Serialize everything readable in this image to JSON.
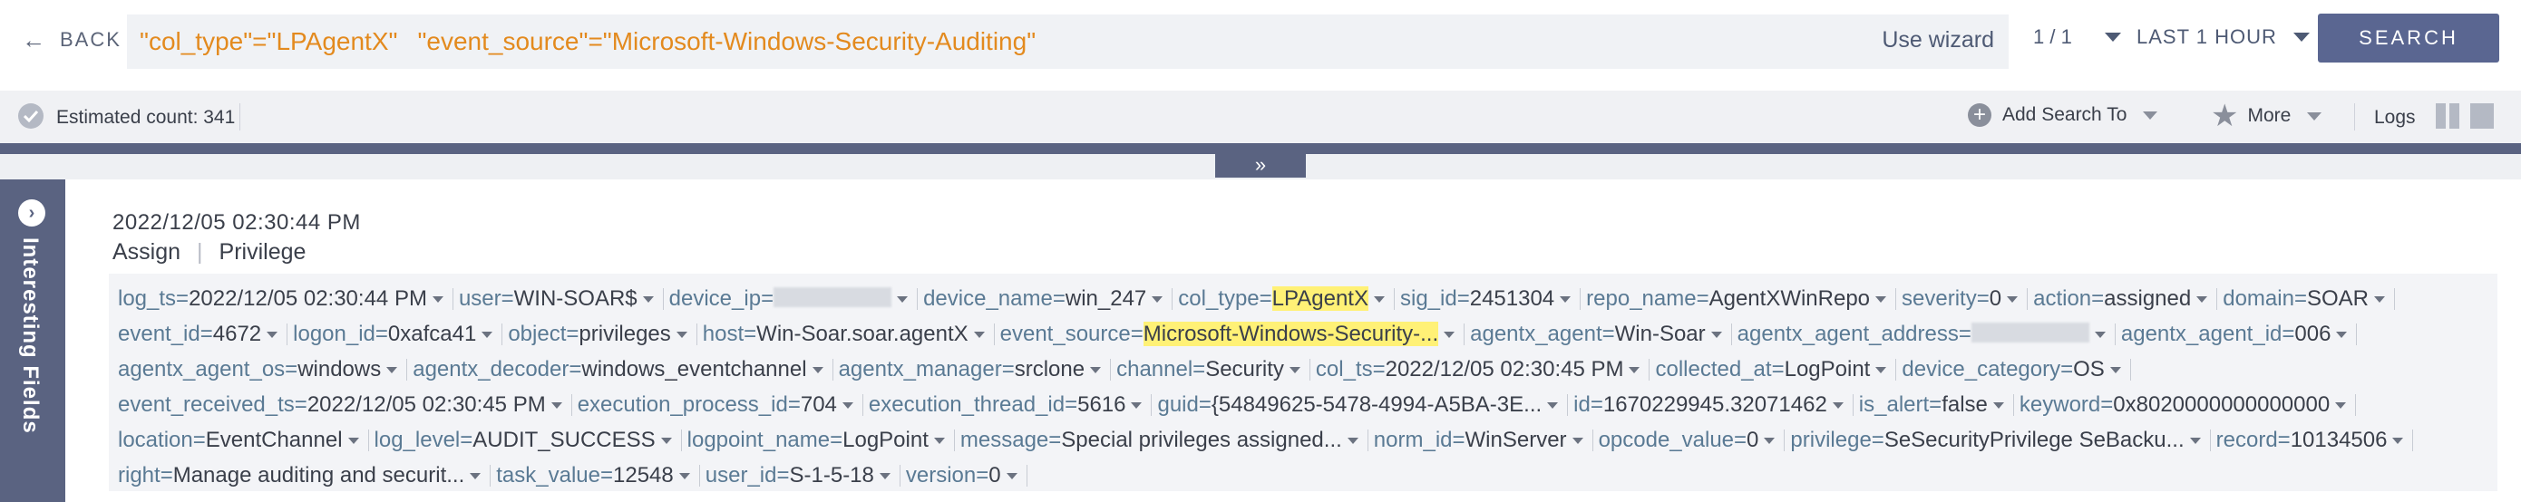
{
  "header": {
    "back_label": "BACK",
    "query": {
      "k1": "\"col_type\"",
      "op1": "=",
      "v1": "\"LPAgentX\"",
      "k2": "\"event_source\"",
      "op2": "=",
      "v2": "\"Microsoft-Windows-Security-Auditing\""
    },
    "wizard_label": "Use wizard",
    "pager": "1 / 1",
    "time_range": "LAST 1 HOUR",
    "search_label": "SEARCH"
  },
  "toolbar": {
    "estimated_count": "Estimated count: 341",
    "add_search_label": "Add Search To",
    "more_label": "More",
    "logs_label": "Logs"
  },
  "side_panel": {
    "label": "Interesting Fields"
  },
  "log": {
    "timestamp": "2022/12/05 02:30:44 PM",
    "summary": [
      "Assign",
      "Privilege"
    ],
    "fields": [
      {
        "k": "log_ts",
        "v": "2022/12/05 02:30:44 PM"
      },
      {
        "k": "user",
        "v": "WIN-SOAR$"
      },
      {
        "k": "device_ip",
        "v": "",
        "redacted": true
      },
      {
        "k": "device_name",
        "v": "win_247"
      },
      {
        "k": "col_type",
        "v": "LPAgentX",
        "highlight": true
      },
      {
        "k": "sig_id",
        "v": "2451304"
      },
      {
        "k": "repo_name",
        "v": "AgentXWinRepo"
      },
      {
        "k": "severity",
        "v": "0"
      },
      {
        "k": "action",
        "v": "assigned"
      },
      {
        "k": "domain",
        "v": "SOAR"
      },
      {
        "k": "event_id",
        "v": "4672"
      },
      {
        "k": "logon_id",
        "v": "0xafca41"
      },
      {
        "k": "object",
        "v": "privileges"
      },
      {
        "k": "host",
        "v": "Win-Soar.soar.agentX"
      },
      {
        "k": "event_source",
        "v": "Microsoft-Windows-Security-...",
        "highlight": true
      },
      {
        "k": "agentx_agent",
        "v": "Win-Soar"
      },
      {
        "k": "agentx_agent_address",
        "v": "",
        "redacted": true
      },
      {
        "k": "agentx_agent_id",
        "v": "006"
      },
      {
        "k": "agentx_agent_os",
        "v": "windows"
      },
      {
        "k": "agentx_decoder",
        "v": "windows_eventchannel"
      },
      {
        "k": "agentx_manager",
        "v": "srclone"
      },
      {
        "k": "channel",
        "v": "Security"
      },
      {
        "k": "col_ts",
        "v": "2022/12/05 02:30:45 PM"
      },
      {
        "k": "collected_at",
        "v": "LogPoint"
      },
      {
        "k": "device_category",
        "v": "OS"
      },
      {
        "k": "event_received_ts",
        "v": "2022/12/05 02:30:45 PM"
      },
      {
        "k": "execution_process_id",
        "v": "704"
      },
      {
        "k": "execution_thread_id",
        "v": "5616"
      },
      {
        "k": "guid",
        "v": "{54849625-5478-4994-A5BA-3E..."
      },
      {
        "k": "id",
        "v": "1670229945.32071462"
      },
      {
        "k": "is_alert",
        "v": "false"
      },
      {
        "k": "keyword",
        "v": "0x8020000000000000"
      },
      {
        "k": "location",
        "v": "EventChannel"
      },
      {
        "k": "log_level",
        "v": "AUDIT_SUCCESS"
      },
      {
        "k": "logpoint_name",
        "v": "LogPoint"
      },
      {
        "k": "message",
        "v": "Special privileges assigned..."
      },
      {
        "k": "norm_id",
        "v": "WinServer"
      },
      {
        "k": "opcode_value",
        "v": "0"
      },
      {
        "k": "privilege",
        "v": "SeSecurityPrivilege SeBacku..."
      },
      {
        "k": "record",
        "v": "10134506"
      },
      {
        "k": "right",
        "v": "Manage auditing and securit..."
      },
      {
        "k": "task_value",
        "v": "12548"
      },
      {
        "k": "user_id",
        "v": "S-1-5-18"
      },
      {
        "k": "version",
        "v": "0"
      }
    ]
  },
  "colors": {
    "accent": "#5a6381",
    "search_button": "#5a6691",
    "query_text": "#e38a1e",
    "highlight": "#fff176",
    "field_key": "#5a7a94"
  }
}
